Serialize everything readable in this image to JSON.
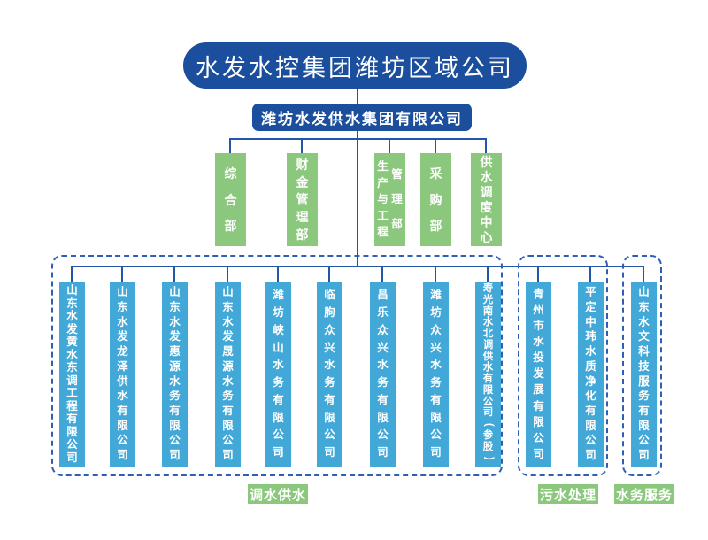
{
  "colors": {
    "primary_blue": "#1b4e9c",
    "line_blue": "#2356a6",
    "dashed_blue": "#2f5fb5",
    "green": "#8bc87e",
    "company_blue": "#41a8d8",
    "text_white": "#ffffff"
  },
  "root": {
    "title": "水发水控集团潍坊区域公司"
  },
  "group_company": {
    "title": "潍坊水发供水集团有限公司"
  },
  "departments": [
    {
      "name": "综合部"
    },
    {
      "name": "财金管理部"
    },
    {
      "name": "生产与工程管理部",
      "col1": "生产与工程",
      "col2": "管理部"
    },
    {
      "name": "采购部"
    },
    {
      "name": "供水调度中心"
    }
  ],
  "companies": [
    {
      "name": "山东水发黄水东调工程有限公司"
    },
    {
      "name": "山东水发龙泽供水有限公司"
    },
    {
      "name": "山东水发惠源水务有限公司"
    },
    {
      "name": "山东水发晟源水务有限公司"
    },
    {
      "name": "潍坊峡山水务有限公司"
    },
    {
      "name": "临朐众兴水务有限公司"
    },
    {
      "name": "昌乐众兴水务有限公司"
    },
    {
      "name": "潍坊众兴水务有限公司"
    },
    {
      "name": "寿光南水北调供水有限公司(参股)"
    },
    {
      "name": "青州市水投发展有限公司"
    },
    {
      "name": "平定中玮水质净化有限公司"
    },
    {
      "name": "山东水文科技服务有限公司"
    }
  ],
  "categories": [
    {
      "label": "调水供水"
    },
    {
      "label": "污水处理"
    },
    {
      "label": "水务服务"
    }
  ]
}
